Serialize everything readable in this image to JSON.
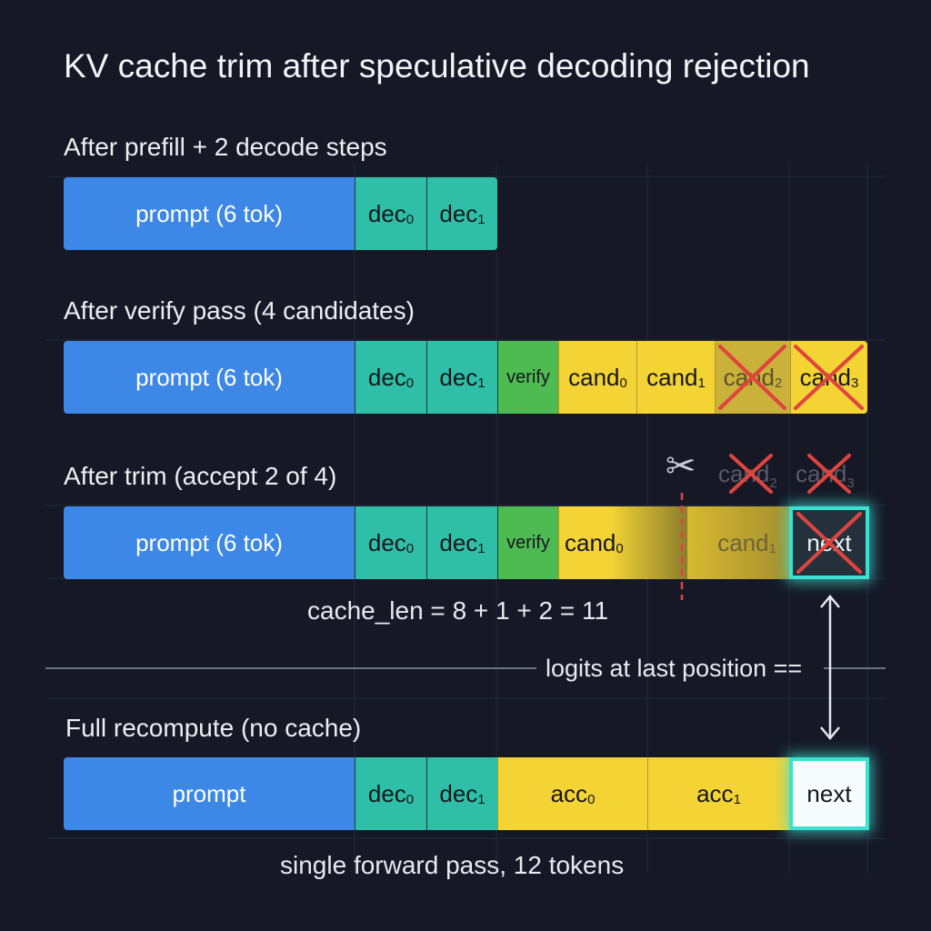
{
  "title": "KV cache trim after speculative decoding rejection",
  "rows": {
    "prefill": {
      "label": "After prefill + 2 decode steps",
      "prompt": "prompt (6 tok)"
    },
    "verify": {
      "label": "After verify pass (4 candidates)",
      "prompt": "prompt (6 tok)",
      "verify": "verify"
    },
    "trim": {
      "label": "After trim (accept 2 of 4)",
      "prompt": "prompt (6 tok)",
      "verify": "verify",
      "next": "next",
      "scissors": "✂",
      "scissors_icon": "scissors-icon",
      "cache_len": "cache_len = 8 + 1 + 2 = 11"
    },
    "full": {
      "label": "Full recompute (no cache)",
      "prompt": "prompt",
      "next": "next",
      "caption": "single forward pass, 12 tokens"
    }
  },
  "tokens": {
    "dec": "dec",
    "cand": "cand",
    "acc": "acc",
    "sub0": "0",
    "sub1": "1",
    "sub2": "2",
    "sub3": "3"
  },
  "equality_note": "logits at last position ==",
  "colors": {
    "background": "#161826",
    "prompt": "#3d87e6",
    "dec": "#2fbfa6",
    "verify": "#4dbb52",
    "cand": "#f3d434",
    "reject_x": "#e0443e",
    "glow": "#3de0d2",
    "cut_line": "#e0443e"
  }
}
